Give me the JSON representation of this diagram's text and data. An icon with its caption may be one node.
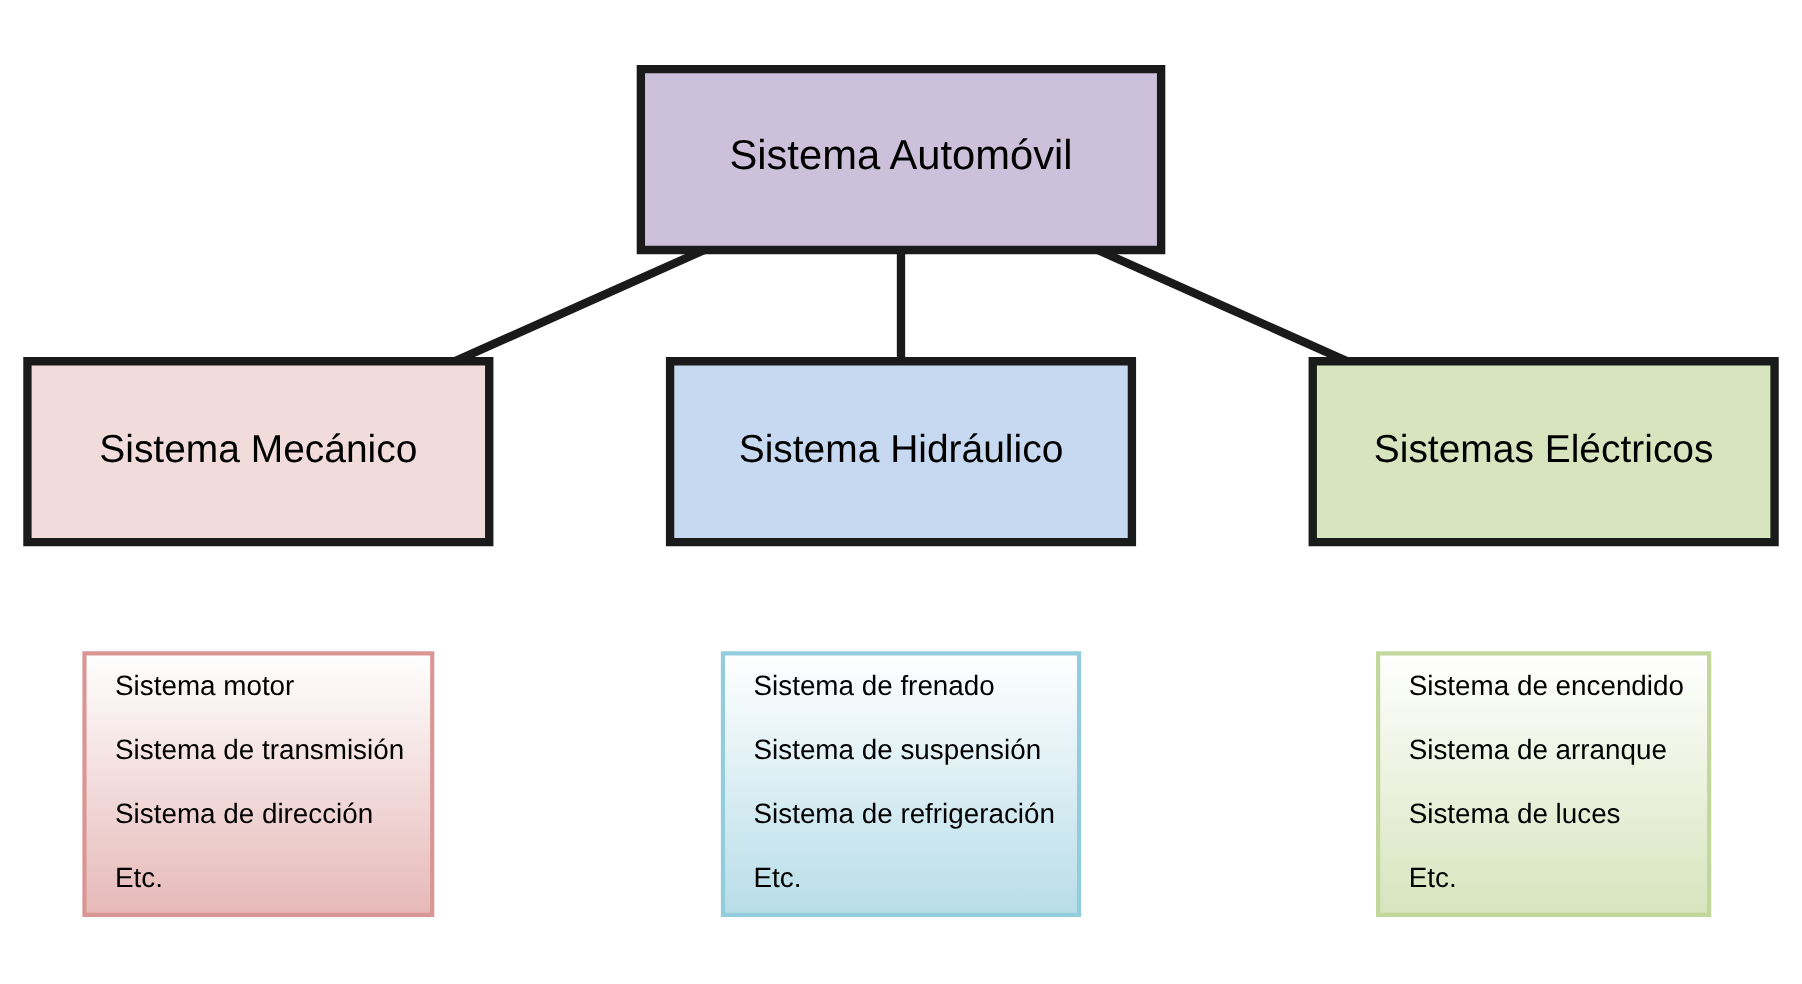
{
  "diagram": {
    "nodes": [
      {
        "text": [
          "Sistema Automóvil"
        ]
      },
      {
        "text": [
          "Sistema Mecánico"
        ]
      },
      {
        "text": [
          "Sistema Hidráulico"
        ]
      },
      {
        "text": [
          "Sistemas Eléctricos"
        ]
      },
      {
        "text": [
          "Sistema motor",
          "Sistema de transmisión",
          "Sistema de dirección",
          "Etc."
        ]
      },
      {
        "text": [
          "Sistema de frenado",
          "Sistema de suspensión",
          "Sistema de refrigeración",
          "Etc."
        ]
      },
      {
        "text": [
          "Sistema de encendido",
          "Sistema de arranque",
          "Sistema de luces",
          "Etc."
        ]
      }
    ],
    "edges": [
      {
        "from": 0,
        "to": 1,
        "arrow": "none"
      },
      {
        "from": 0,
        "to": 2,
        "arrow": "none"
      },
      {
        "from": 0,
        "to": 3,
        "arrow": "none"
      }
    ]
  }
}
